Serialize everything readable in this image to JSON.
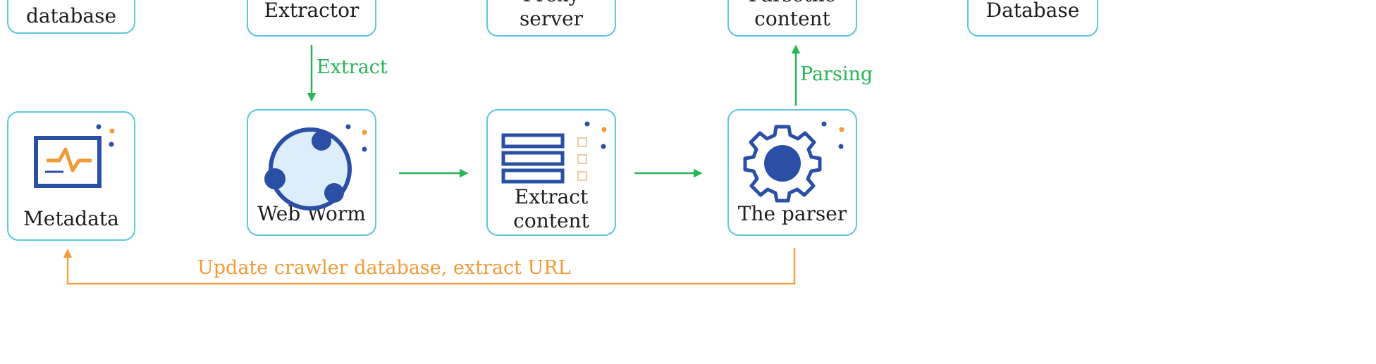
{
  "nodes": {
    "crawler_database": "Crawler\ndatabase",
    "extractor": "Extractor",
    "proxy_server": "Proxy\nserver",
    "parse_content": "Parsethe\ncontent",
    "database": "Database",
    "metadata": "Metadata",
    "web_worm": "Web Worm",
    "extract_content": "Extract\ncontent",
    "the_parser": "The parser"
  },
  "edges": {
    "extract": "Extract",
    "parsing": "Parsing",
    "update": "Update crawler database, extract URL"
  },
  "icons": {
    "metadata": "monitor-pulse-icon",
    "web_worm": "network-nodes-icon",
    "extract_content": "list-document-icon",
    "the_parser": "gear-icon"
  },
  "colors": {
    "box_border": "#5cc6e0",
    "icon_blue": "#2a4fa5",
    "accent_orange": "#f39a36",
    "arrow_green": "#27b555",
    "arrow_orange": "#f4a24a"
  }
}
